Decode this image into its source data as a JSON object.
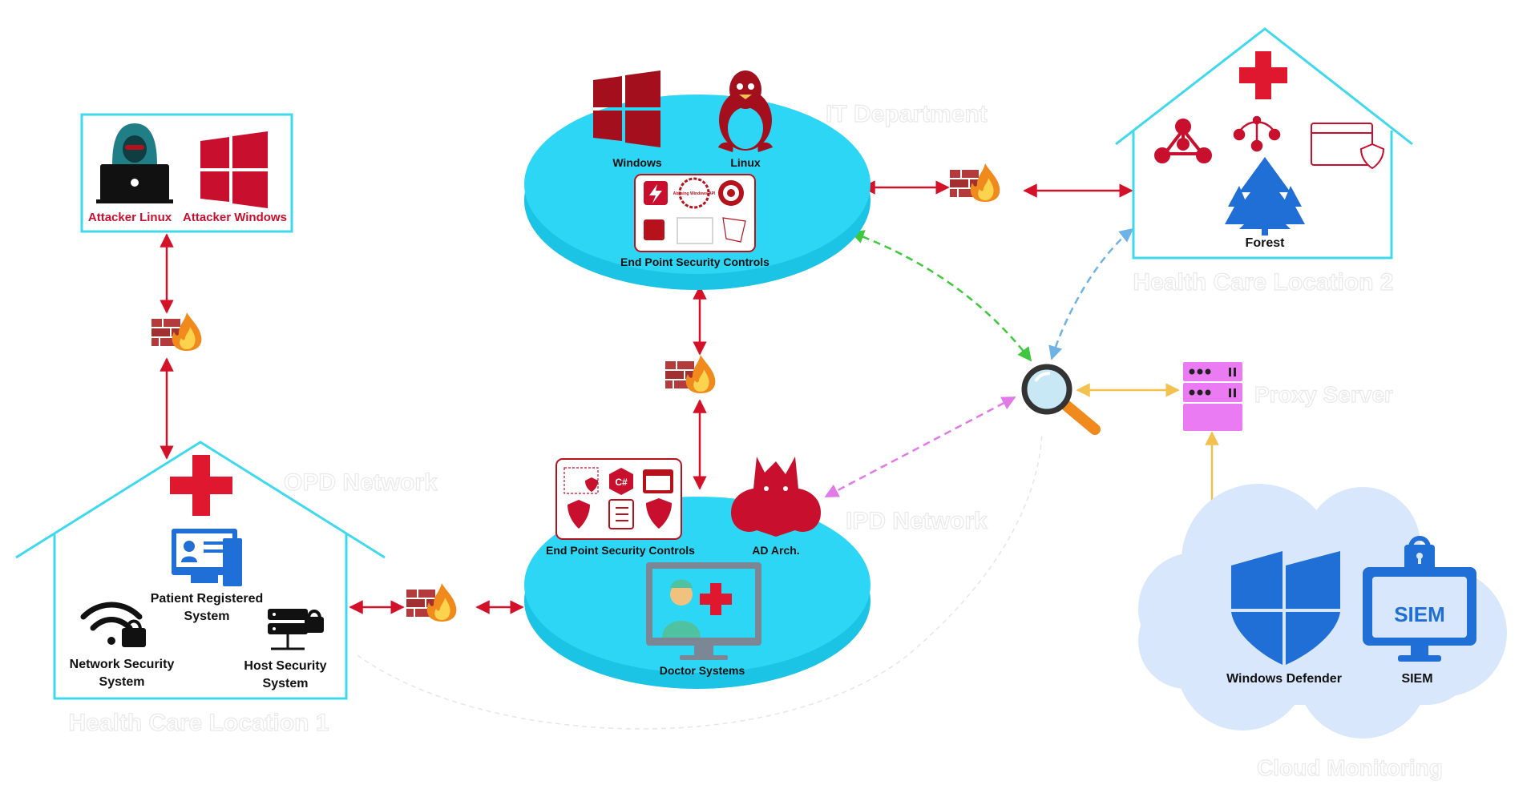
{
  "attackers": {
    "linux_label": "Attacker Linux",
    "windows_label": "Attacker Windows"
  },
  "it_department": {
    "title": "IT Department",
    "windows_label": "Windows",
    "linux_label": "Linux",
    "endpoint_label": "End Point Security Controls",
    "tiny_badge": "Abusing Windows API"
  },
  "opd": {
    "title": "OPD Network",
    "location": "Health Care Location 1",
    "patient_line1": "Patient Registered",
    "patient_line2": "System",
    "network_line1": "Network Security",
    "network_line2": "System",
    "host_line1": "Host Security",
    "host_line2": "System"
  },
  "ipd": {
    "title": "IPD Network",
    "endpoint_label": "End Point Security Controls",
    "ad_label": "AD Arch.",
    "doctor_label": "Doctor Systems",
    "csharp": "C#"
  },
  "location2": {
    "title": "Health Care Location 2",
    "forest_label": "Forest"
  },
  "proxy": {
    "title": "Proxy Server"
  },
  "cloud": {
    "title": "Cloud Monitoring",
    "defender_label": "Windows Defender",
    "siem_label": "SIEM",
    "siem_screen": "SIEM"
  },
  "colors": {
    "cyan": "#2fd3f5",
    "red": "#c8102e",
    "blue": "#1f6fd6",
    "magenta": "#ea7bf2",
    "arrow_red": "#d3122a",
    "arrow_green": "#3ec83e",
    "arrow_blue": "#6fb3e6",
    "arrow_pink": "#e17ae8",
    "arrow_yellow": "#f2c14e"
  }
}
